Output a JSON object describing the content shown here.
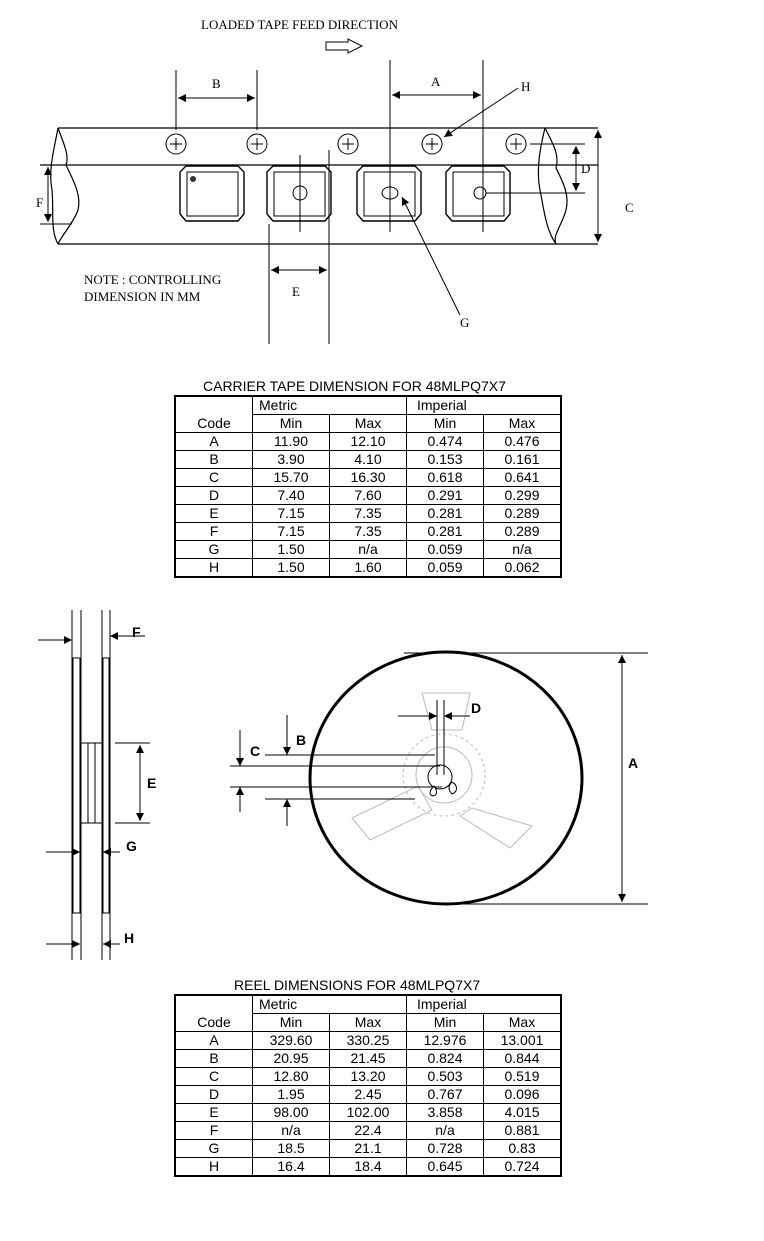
{
  "tape_drawing": {
    "feed_direction_label": "LOADED TAPE FEED DIRECTION",
    "note_line1": "NOTE : CONTROLLING",
    "note_line2": "DIMENSION IN MM",
    "labels": {
      "A": "A",
      "B": "B",
      "C": "C",
      "D": "D",
      "E": "E",
      "F": "F",
      "G": "G",
      "H": "H"
    }
  },
  "carrier_table": {
    "title": "CARRIER TAPE DIMENSION FOR 48MLPQ7X7",
    "group_metric": "Metric",
    "group_imperial": "Imperial",
    "code_header": "Code",
    "min_header": "Min",
    "max_header": "Max",
    "rows": [
      [
        "A",
        "11.90",
        "12.10",
        "0.474",
        "0.476"
      ],
      [
        "B",
        "3.90",
        "4.10",
        "0.153",
        "0.161"
      ],
      [
        "C",
        "15.70",
        "16.30",
        "0.618",
        "0.641"
      ],
      [
        "D",
        "7.40",
        "7.60",
        "0.291",
        "0.299"
      ],
      [
        "E",
        "7.15",
        "7.35",
        "0.281",
        "0.289"
      ],
      [
        "F",
        "7.15",
        "7.35",
        "0.281",
        "0.289"
      ],
      [
        "G",
        "1.50",
        "n/a",
        "0.059",
        "n/a"
      ],
      [
        "H",
        "1.50",
        "1.60",
        "0.059",
        "0.062"
      ]
    ]
  },
  "reel_drawing": {
    "labels": {
      "A": "A",
      "B": "B",
      "C": "C",
      "D": "D",
      "E": "E",
      "F": "F",
      "G": "G",
      "H": "H"
    }
  },
  "reel_table": {
    "title": "REEL DIMENSIONS FOR 48MLPQ7X7",
    "group_metric": "Metric",
    "group_imperial": "Imperial",
    "code_header": "Code",
    "min_header": "Min",
    "max_header": "Max",
    "rows": [
      [
        "A",
        "329.60",
        "330.25",
        "12.976",
        "13.001"
      ],
      [
        "B",
        "20.95",
        "21.45",
        "0.824",
        "0.844"
      ],
      [
        "C",
        "12.80",
        "13.20",
        "0.503",
        "0.519"
      ],
      [
        "D",
        "1.95",
        "2.45",
        "0.767",
        "0.096"
      ],
      [
        "E",
        "98.00",
        "102.00",
        "3.858",
        "4.015"
      ],
      [
        "F",
        "n/a",
        "22.4",
        "n/a",
        "0.881"
      ],
      [
        "G",
        "18.5",
        "21.1",
        "0.728",
        "0.83"
      ],
      [
        "H",
        "16.4",
        "18.4",
        "0.645",
        "0.724"
      ]
    ]
  }
}
